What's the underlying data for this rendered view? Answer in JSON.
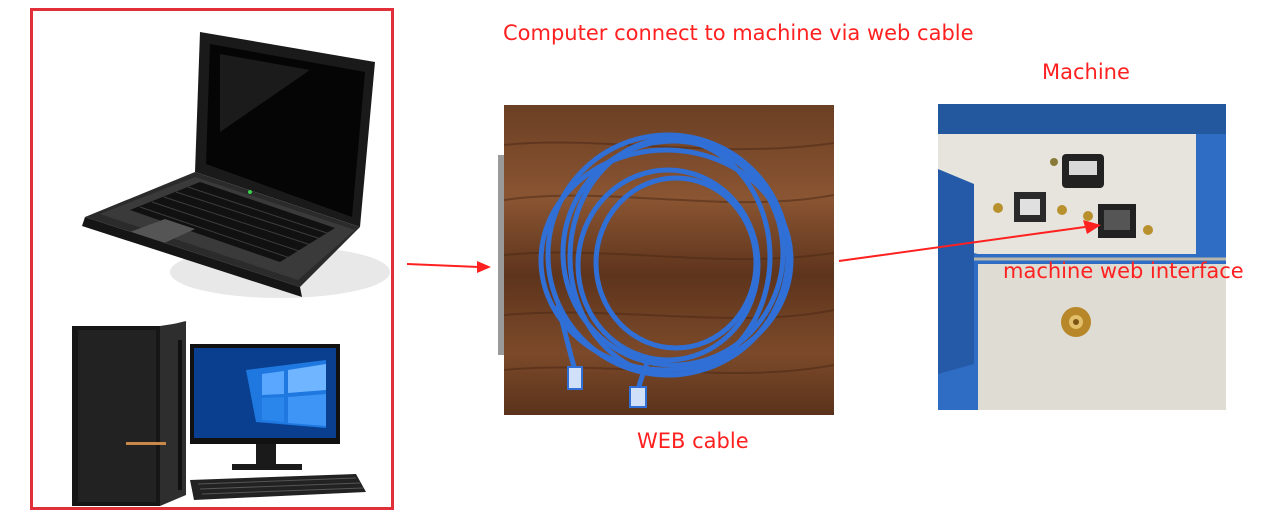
{
  "title": "Computer connect to machine via web cable",
  "labels": {
    "machine": "Machine",
    "cable": "WEB cable",
    "interface": "machine web interface"
  },
  "images": {
    "laptop": "laptop-photo",
    "desktop": "desktop-pc-photo",
    "cable": "blue-ethernet-cable-photo",
    "machine_panel": "machine-port-panel-photo"
  },
  "colors": {
    "label_text": "#ff2020",
    "frame": "#e0303a",
    "arrow": "#ff2020",
    "cable": "#2f6fd6"
  }
}
